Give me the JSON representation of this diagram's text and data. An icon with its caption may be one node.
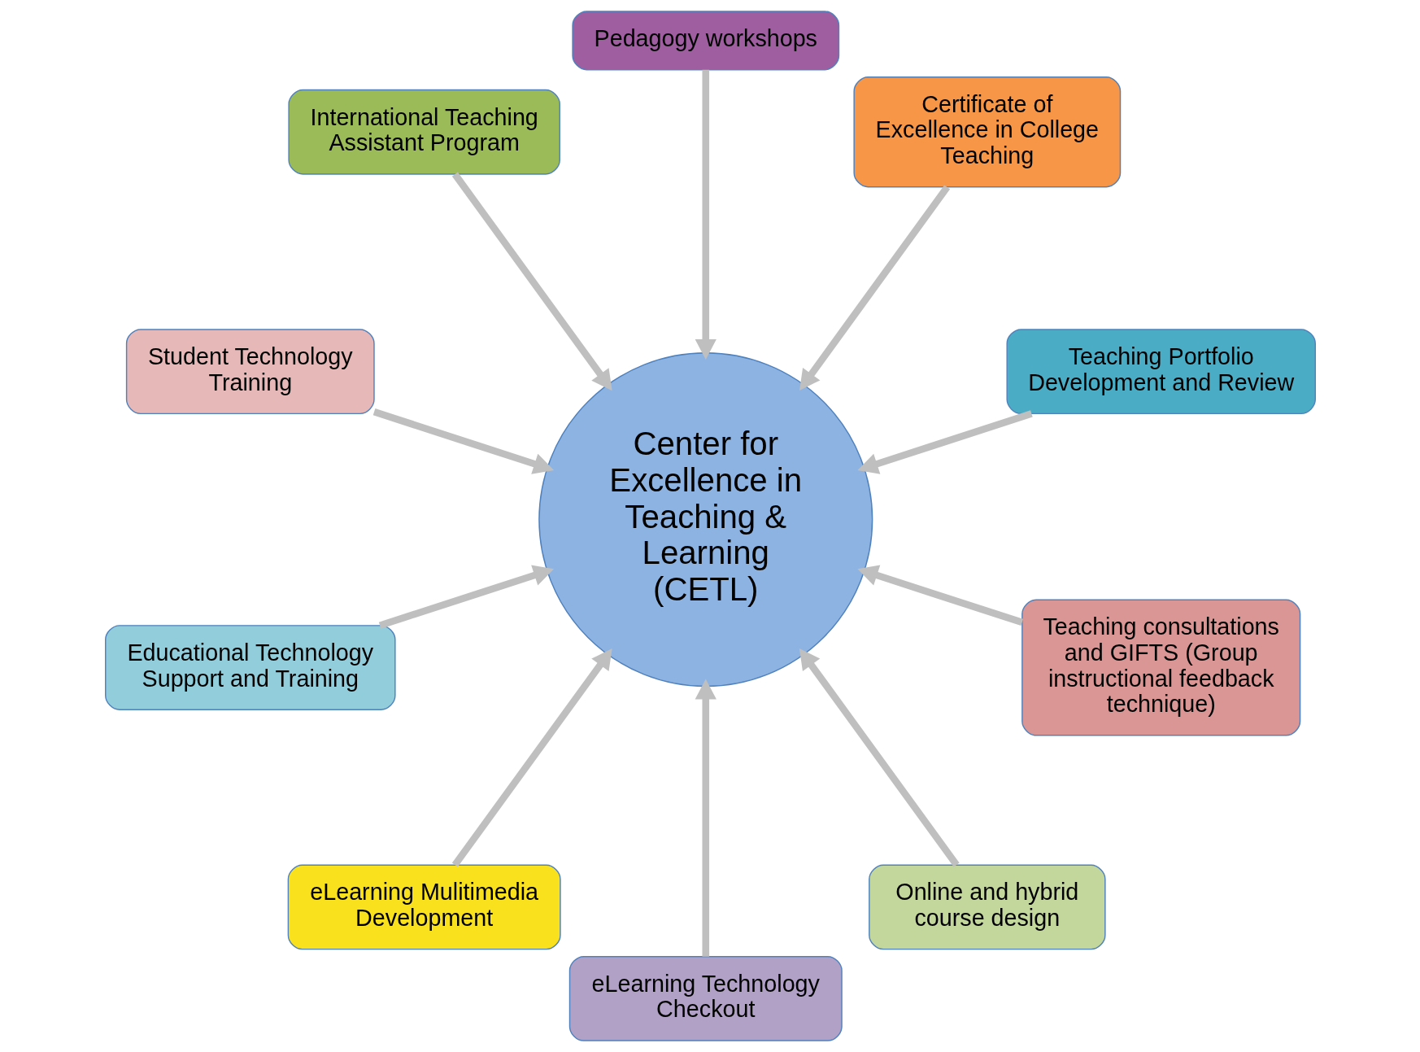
{
  "diagram": {
    "nodes": [
      {
        "text": [
          "Center for Excellence in Teaching & Learning (CETL)"
        ]
      },
      {
        "text": [
          "Teaching Portfolio Development and Review"
        ]
      },
      {
        "text": [
          "Certificate of Excellence in College Teaching"
        ]
      },
      {
        "text": [
          "Pedagogy workshops"
        ]
      },
      {
        "text": [
          "International Teaching Assistant Program"
        ]
      },
      {
        "text": [
          "Student Technology Training"
        ]
      },
      {
        "text": [
          "Educational Technology Support and Training"
        ]
      },
      {
        "text": [
          "eLearning Mulitimedia Development"
        ]
      },
      {
        "text": [
          "eLearning Technology Checkout"
        ]
      },
      {
        "text": [
          "Online and hybrid course design"
        ]
      },
      {
        "text": [
          "Teaching consultations and GIFTS (Group instructional feedback technique)"
        ]
      }
    ],
    "edges": [
      {
        "from": 1,
        "to": 0,
        "arrow": "to"
      },
      {
        "from": 2,
        "to": 0,
        "arrow": "to"
      },
      {
        "from": 3,
        "to": 0,
        "arrow": "to"
      },
      {
        "from": 4,
        "to": 0,
        "arrow": "to"
      },
      {
        "from": 5,
        "to": 0,
        "arrow": "to"
      },
      {
        "from": 6,
        "to": 0,
        "arrow": "to"
      },
      {
        "from": 7,
        "to": 0,
        "arrow": "to"
      },
      {
        "from": 8,
        "to": 0,
        "arrow": "to"
      },
      {
        "from": 9,
        "to": 0,
        "arrow": "to"
      },
      {
        "from": 10,
        "to": 0,
        "arrow": "to"
      }
    ]
  }
}
